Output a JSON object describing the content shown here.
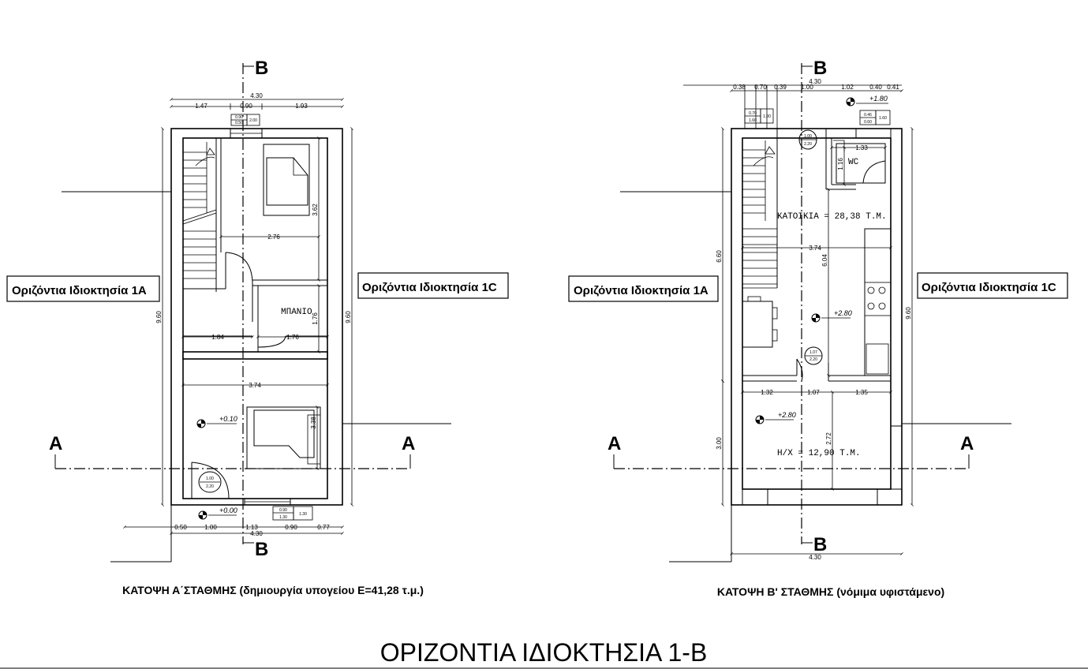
{
  "title": "ΟΡΙΖΟΝΤΙΑ ΙΔΙΟΚΤΗΣΙΑ 1-Β",
  "plan_a": {
    "caption": "ΚΑΤΟΨΗ Α΄ΣΤΑΘΜΗΣ (δημιουργία υπογείου Ε=41,28 τ.μ.)",
    "neighbor_left": "Οριζόντια Ιδιοκτησία 1Α",
    "neighbor_right": "Οριζόντια Ιδιοκτησία 1C",
    "room_bath": "ΜΠΑΝΙΟ",
    "section_a": "A",
    "section_b": "B",
    "elev_1": "+0.10",
    "elev_2": "+0.00",
    "dims": {
      "total_top": "4.30",
      "top_1": "1.47",
      "top_2": "0.90",
      "top_3": "1.93",
      "height": "9.60",
      "d_362": "3.62",
      "d_276": "2.76",
      "d_184": "1.84",
      "d_176": "1.76",
      "d_176v": "1.76",
      "d_374": "3.74",
      "d_338": "3.38",
      "bot_1": "0.50",
      "bot_2": "1.00",
      "bot_3": "1.13",
      "bot_4": "0.90",
      "bot_5": "0.77",
      "total_bot": "4.30"
    },
    "tags": {
      "win_top_a": "0.90",
      "win_top_b": "0.50",
      "win_top_c": "2.00",
      "door_a": "1.00",
      "door_b": "2.20",
      "win_bot_a": "0.90",
      "win_bot_b": "1.30",
      "win_bot_c": "1.30"
    }
  },
  "plan_b": {
    "caption": "ΚΑΤΟΨΗ Β' ΣΤΑΘΜΗΣ (νόμιμα υφιστάμενο)",
    "neighbor_left": "Οριζόντια Ιδιοκτησία 1Α",
    "neighbor_right": "Οριζόντια Ιδιοκτησία 1C",
    "room_wc": "WC",
    "room_house": "ΚΑΤΟΙΚΙΑ = 28,38 Τ.Μ.",
    "room_hx": "Η/Χ = 12,90 Τ.Μ.",
    "section_a": "A",
    "section_b": "B",
    "elev_top": "+1.80",
    "elev_mid": "+2.80",
    "elev_low": "+2.80",
    "dims": {
      "total_top": "4.30",
      "t1": "0.38",
      "t2": "0.70",
      "t3": "0.39",
      "t4": "1.00",
      "t5": "1.02",
      "t6": "0.40",
      "t7": "0.41",
      "d_133": "1.33",
      "d_116": "1.16",
      "d_374": "3.74",
      "d_604": "6.04",
      "d_660": "6.60",
      "height": "9.60",
      "d_300": "3.00",
      "d_132": "1.32",
      "d_107": "1.07",
      "d_135": "1.35",
      "d_272": "2.72",
      "total_bot": "4.30"
    },
    "tags": {
      "w1_a": "0.70",
      "w1_b": "1.60",
      "w1_c": "1.00",
      "w2_a": "0.46",
      "w2_b": "0.60",
      "w2_c": "1.60",
      "door1_a": "1.00",
      "door1_b": "2.20",
      "door2_a": "1.07",
      "door2_b": "2.20"
    }
  }
}
